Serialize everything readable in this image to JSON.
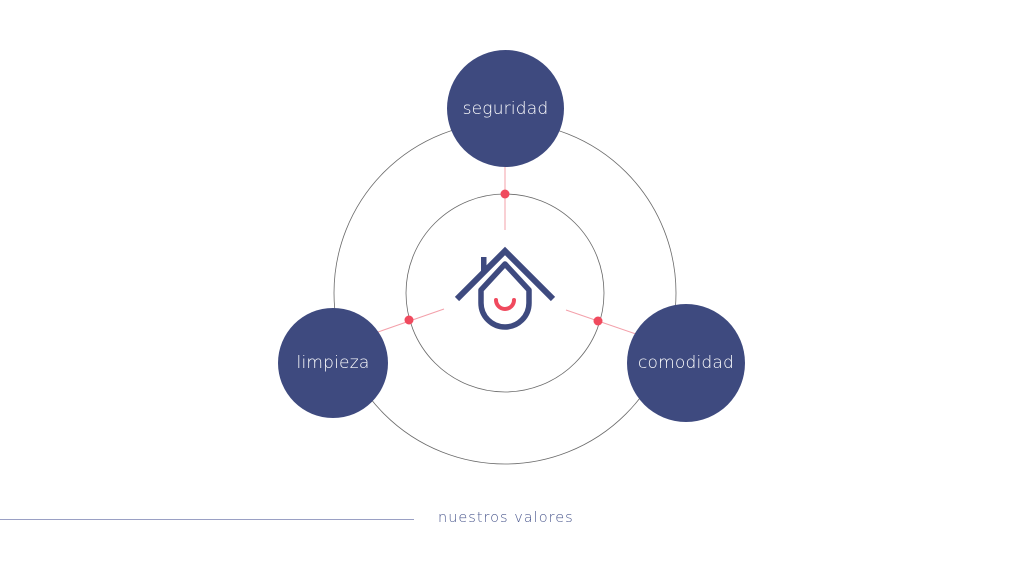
{
  "colors": {
    "background": "#ffffff",
    "navy": "#3e4a7f",
    "accent_red": "#f04a5e",
    "accent_pink_line": "#f3a0aa",
    "ring_stroke": "#6a6a6a",
    "footer_text": "#4d5a8f",
    "footer_line": "#9aa0c4",
    "node_text": "#ffffff"
  },
  "diagram": {
    "center_icon": "house-smile-icon",
    "nodes": [
      {
        "id": "top",
        "label": "seguridad"
      },
      {
        "id": "left",
        "label": "limpieza"
      },
      {
        "id": "right",
        "label": "comodidad"
      }
    ]
  },
  "footer": {
    "label": "nuestros valores"
  }
}
